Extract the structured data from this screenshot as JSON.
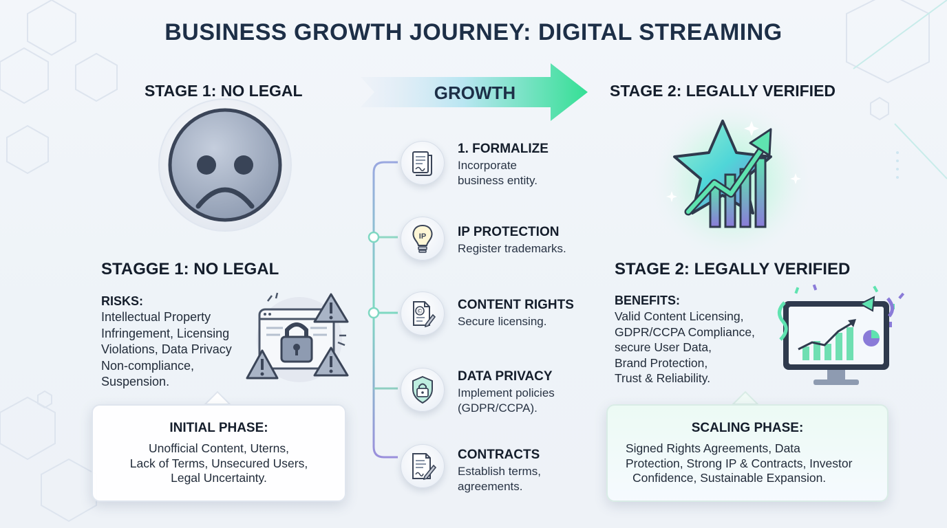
{
  "title": "BUSINESS GROWTH JOURNEY: DIGITAL STREAMING",
  "arrow_label": "GROWTH",
  "left": {
    "stage_heading": "STAGE 1: NO LEGAL",
    "section_heading": "STAGGE 1: NO LEGAL",
    "risks_label": "RISKS:",
    "risks_lines": [
      "Intellectual Property",
      "Infringement, Licensing",
      "Violations, Data Privacy",
      "Non-compliance,",
      "Suspension."
    ],
    "phase_title": "INITIAL PHASE:",
    "phase_lines": [
      "Unofficial Content, Uterns,",
      "Lack of Terms, Unsecured Users,",
      "Legal Uncertainty."
    ]
  },
  "right": {
    "stage_heading": "STAGE 2: LEGALLY VERIFIED",
    "section_heading": "STAGE 2: LEGALLY VERIFIED",
    "benefits_label": "BENEFITS:",
    "benefits_lines": [
      "Valid Content Licensing,",
      "GDPR/CCPA Compliance,",
      "secure User Data,",
      "Brand Protection,",
      "Trust & Reliability."
    ],
    "phase_title": "SCALING PHASE:",
    "phase_lines": [
      "Signed Rights Agreements, Data",
      "Protection, Strong IP & Contracts, Investor",
      "Confidence, Sustainable Expansion."
    ]
  },
  "steps": [
    {
      "title": "1. FORMALIZE",
      "icon": "document-icon",
      "desc": [
        "Incorporate",
        "business entity."
      ]
    },
    {
      "title": "IP PROTECTION",
      "icon": "lightbulb-ip-icon",
      "icon_text": "IP",
      "desc": [
        "Register trademarks."
      ]
    },
    {
      "title": "CONTENT RIGHTS",
      "icon": "copyright-document-icon",
      "icon_text": "©",
      "desc": [
        "Secure licensing."
      ]
    },
    {
      "title": "DATA PRIVACY",
      "icon": "shield-lock-icon",
      "desc": [
        "Implement policies",
        "(GDPR/CCPA)."
      ]
    },
    {
      "title": "CONTRACTS",
      "icon": "contract-pen-icon",
      "desc": [
        "Establish terms,",
        "agreements."
      ]
    }
  ],
  "colors": {
    "title": "#1d2f47",
    "accent_green": "#3fd89a",
    "accent_teal": "#53c9c0",
    "accent_purple": "#8a7bd8",
    "warning_dark": "#4a5568"
  }
}
